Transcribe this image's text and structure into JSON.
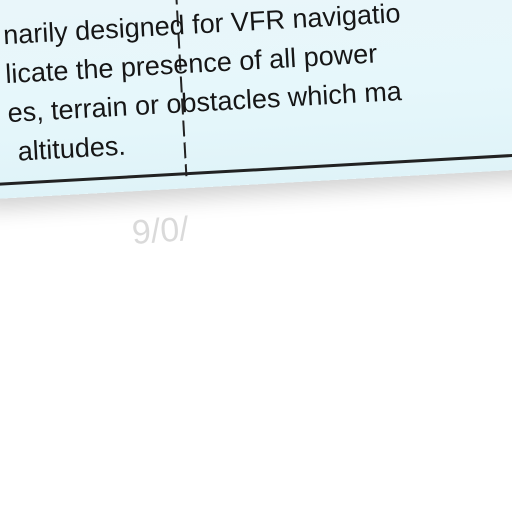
{
  "note": {
    "lines": [
      "narily designed for VFR navigatio",
      "licate the presence of all  power",
      "es, terrain or obstacles which ma",
      "altitudes."
    ]
  },
  "ghost_mark": "9/0/"
}
